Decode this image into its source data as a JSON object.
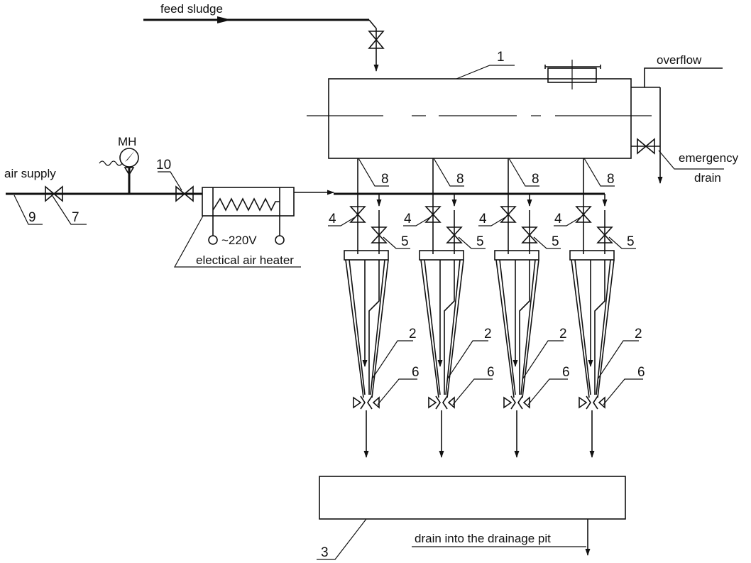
{
  "labels": {
    "feed_sludge": "feed sludge",
    "overflow": "overflow",
    "emergency": "emergency",
    "drain": "drain",
    "air_supply": "air supply",
    "gauge": "MH",
    "voltage": "~220V",
    "heater": "electical air heater",
    "drain_pit": "drain into the drainage pit"
  },
  "numbers": {
    "tank": "1",
    "hydrocyclone": "2",
    "collector": "3",
    "valve_feed": "4",
    "valve_air": "5",
    "nozzle": "6",
    "valve_main": "7",
    "branch": "8",
    "air_line": "9",
    "valve_heater": "10"
  }
}
